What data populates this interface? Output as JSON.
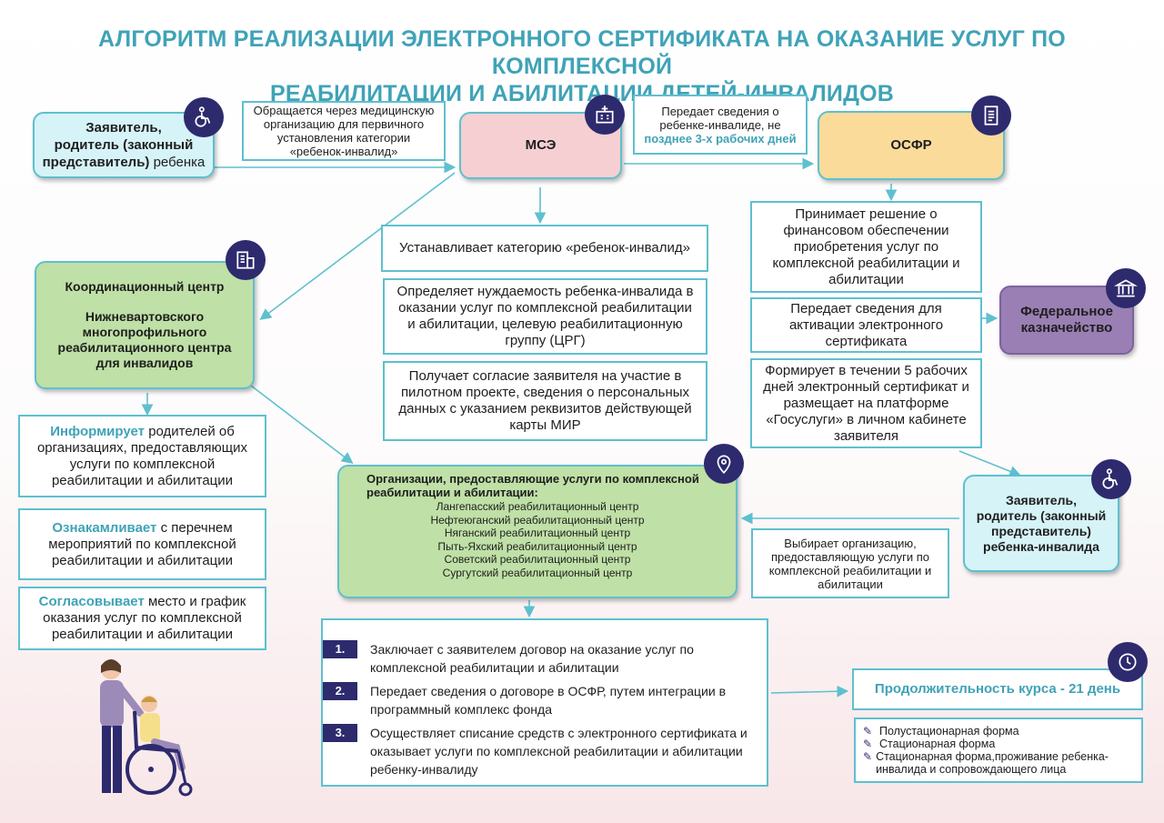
{
  "title": {
    "line1": "АЛГОРИТМ РЕАЛИЗАЦИИ ЭЛЕКТРОННОГО СЕРТИФИКАТА НА ОКАЗАНИЕ УСЛУГ ПО КОМПЛЕКСНОЙ",
    "line2": "РЕАБИЛИТАЦИИ И АБИЛИТАЦИИ ДЕТЕЙ-ИНВАЛИДОВ"
  },
  "applicant": {
    "line1": "Заявитель,",
    "line2": "родитель (законный",
    "line3a": "представитель)",
    "line3b": "ребенка"
  },
  "note_mse": {
    "text": "Обращается через медицинскую организацию для первичного установления категории «ребенок-инвалид»"
  },
  "mse": {
    "label": "МСЭ"
  },
  "note_osfr": {
    "text": "Передает сведения о ребенке-инвалиде, не",
    "highlight": "позднее 3-х рабочих дней"
  },
  "osfr": {
    "label": "ОСФР"
  },
  "mse_actions": [
    "Устанавливает категорию «ребенок-инвалид»",
    "Определяет нуждаемость ребенка-инвалида в оказании услуг по комплексной реабилитации и абилитации, целевую реабилитационную группу (ЦРГ)",
    "Получает согласие заявителя на участие в пилотном проекте, сведения о персональных данных с указанием реквизитов действующей карты МИР"
  ],
  "osfr_actions": [
    "Принимает решение о финансовом обеспечении приобретения услуг по комплексной реабилитации и абилитации",
    "Передает сведения для активации электронного сертификата",
    "Формирует в течении 5 рабочих дней электронный сертификат и размещает на платформе «Госуслуги» в личном кабинете заявителя"
  ],
  "treasury": {
    "label": "Федеральное казначейство"
  },
  "coord": {
    "line1": "Координационный центр",
    "line2": "Нижневартовского многопрофильного реабилитационного центра для инвалидов"
  },
  "coord_actions": [
    {
      "highlight": "Информирует",
      "text": "родителей об организациях, предоставляющих услуги по комплексной реабилитации и абилитации"
    },
    {
      "highlight": "Ознакамливает",
      "text": "с перечнем мероприятий по комплексной реабилитации и абилитации"
    },
    {
      "highlight": "Согласовывает",
      "text": "место и график оказания услуг по комплексной реабилитации и абилитации"
    }
  ],
  "orgs": {
    "heading": "Организации, предоставляющие услуги по комплексной реабилитации и абилитации:",
    "items": [
      "Лангепасский реабилитационный центр",
      "Нефтеюганский реабилитационный центр",
      "Няганский реабилитационный центр",
      "Пыть-Яхский реабилитационный центр",
      "Советский реабилитационный центр",
      "Сургутский реабилитационный центр"
    ]
  },
  "applicant2": {
    "text": "Заявитель, родитель (законный представитель) ребенка-инвалида"
  },
  "choose_note": {
    "text": "Выбирает организацию, предоставляющую услуги по комплексной реабилитации и абилитации"
  },
  "steps": [
    {
      "num": "1.",
      "text": "Заключает с заявителем договор на оказание услуг по комплексной реабилитации и абилитации"
    },
    {
      "num": "2.",
      "text": "Передает сведения о договоре в ОСФР, путем интеграции в программный комплекс фонда"
    },
    {
      "num": "3.",
      "text": "Осуществляет списание средств с электронного сертификата и оказывает услуги по комплексной реабилитации и абилитации ребенку-инвалиду"
    }
  ],
  "duration": {
    "label": "Продолжительность курса - 21 день"
  },
  "forms": [
    "Полустационарная форма",
    "Стационарная форма",
    "Стационарная форма,проживание ребенка-инвалида и сопровождающего лица"
  ],
  "colors": {
    "accent": "#3fa3b7",
    "border": "#5ec0cf",
    "mse": "#f6cfd3",
    "osfr": "#fadb9a",
    "treasury": "#9a7fb4",
    "green": "#bfe0a6",
    "applicant": "#d6f3f7",
    "icon": "#2d2a6e"
  },
  "icons": [
    "wheelchair-icon",
    "hospital-icon",
    "document-icon",
    "building-icon",
    "bank-icon",
    "map-pin-icon",
    "clock-icon",
    "edit-icon"
  ]
}
